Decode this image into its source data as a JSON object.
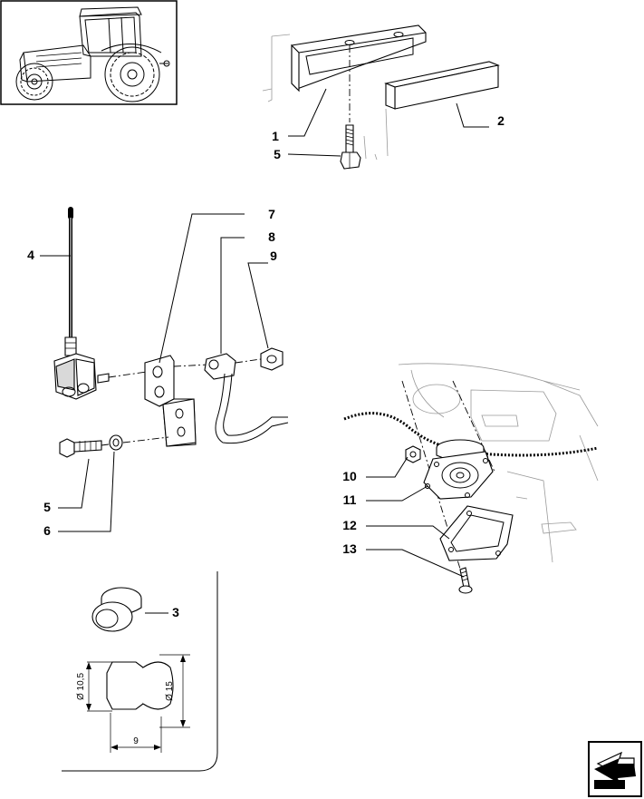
{
  "callouts": [
    {
      "id": "c1",
      "text": "1"
    },
    {
      "id": "c2",
      "text": "2"
    },
    {
      "id": "c5a",
      "text": "5"
    },
    {
      "id": "c4",
      "text": "4"
    },
    {
      "id": "c7",
      "text": "7"
    },
    {
      "id": "c8",
      "text": "8"
    },
    {
      "id": "c9",
      "text": "9"
    },
    {
      "id": "c5b",
      "text": "5"
    },
    {
      "id": "c6",
      "text": "6"
    },
    {
      "id": "c3",
      "text": "3"
    },
    {
      "id": "c10",
      "text": "10"
    },
    {
      "id": "c11",
      "text": "11"
    },
    {
      "id": "c12",
      "text": "12"
    },
    {
      "id": "c13",
      "text": "13"
    }
  ],
  "dimensions": {
    "inner_diameter": "Ø 10,5",
    "outer_diameter": "Ø 15",
    "length": "9"
  },
  "icons": [
    "tractor-thumbnail",
    "next-page-arrow-icon"
  ]
}
